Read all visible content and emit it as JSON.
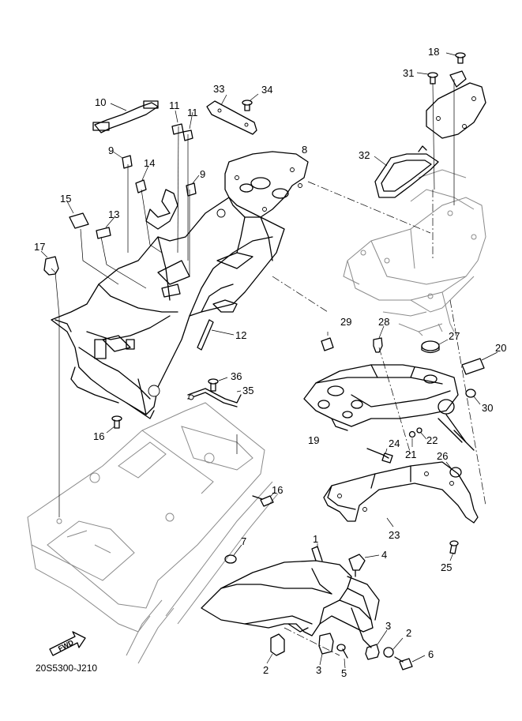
{
  "diagram": {
    "drawing_code": "20S5300-J210",
    "forward_marker": "FWD",
    "callouts": [
      {
        "id": "c1",
        "text": "1"
      },
      {
        "id": "c2a",
        "text": "2"
      },
      {
        "id": "c2b",
        "text": "2"
      },
      {
        "id": "c3a",
        "text": "3"
      },
      {
        "id": "c3b",
        "text": "3"
      },
      {
        "id": "c4",
        "text": "4"
      },
      {
        "id": "c5",
        "text": "5"
      },
      {
        "id": "c6",
        "text": "6"
      },
      {
        "id": "c7",
        "text": "7"
      },
      {
        "id": "c8",
        "text": "8"
      },
      {
        "id": "c9a",
        "text": "9"
      },
      {
        "id": "c9b",
        "text": "9"
      },
      {
        "id": "c10",
        "text": "10"
      },
      {
        "id": "c11a",
        "text": "11"
      },
      {
        "id": "c11b",
        "text": "11"
      },
      {
        "id": "c12",
        "text": "12"
      },
      {
        "id": "c13",
        "text": "13"
      },
      {
        "id": "c14",
        "text": "14"
      },
      {
        "id": "c15",
        "text": "15"
      },
      {
        "id": "c16a",
        "text": "16"
      },
      {
        "id": "c16b",
        "text": "16"
      },
      {
        "id": "c17",
        "text": "17"
      },
      {
        "id": "c18",
        "text": "18"
      },
      {
        "id": "c19",
        "text": "19"
      },
      {
        "id": "c20",
        "text": "20"
      },
      {
        "id": "c21",
        "text": "21"
      },
      {
        "id": "c22",
        "text": "22"
      },
      {
        "id": "c23",
        "text": "23"
      },
      {
        "id": "c24",
        "text": "24"
      },
      {
        "id": "c25",
        "text": "25"
      },
      {
        "id": "c26",
        "text": "26"
      },
      {
        "id": "c27",
        "text": "27"
      },
      {
        "id": "c28",
        "text": "28"
      },
      {
        "id": "c29",
        "text": "29"
      },
      {
        "id": "c30",
        "text": "30"
      },
      {
        "id": "c31",
        "text": "31"
      },
      {
        "id": "c32",
        "text": "32"
      },
      {
        "id": "c33",
        "text": "33"
      },
      {
        "id": "c34",
        "text": "34"
      },
      {
        "id": "c35",
        "text": "35"
      },
      {
        "id": "c36",
        "text": "36"
      }
    ]
  }
}
